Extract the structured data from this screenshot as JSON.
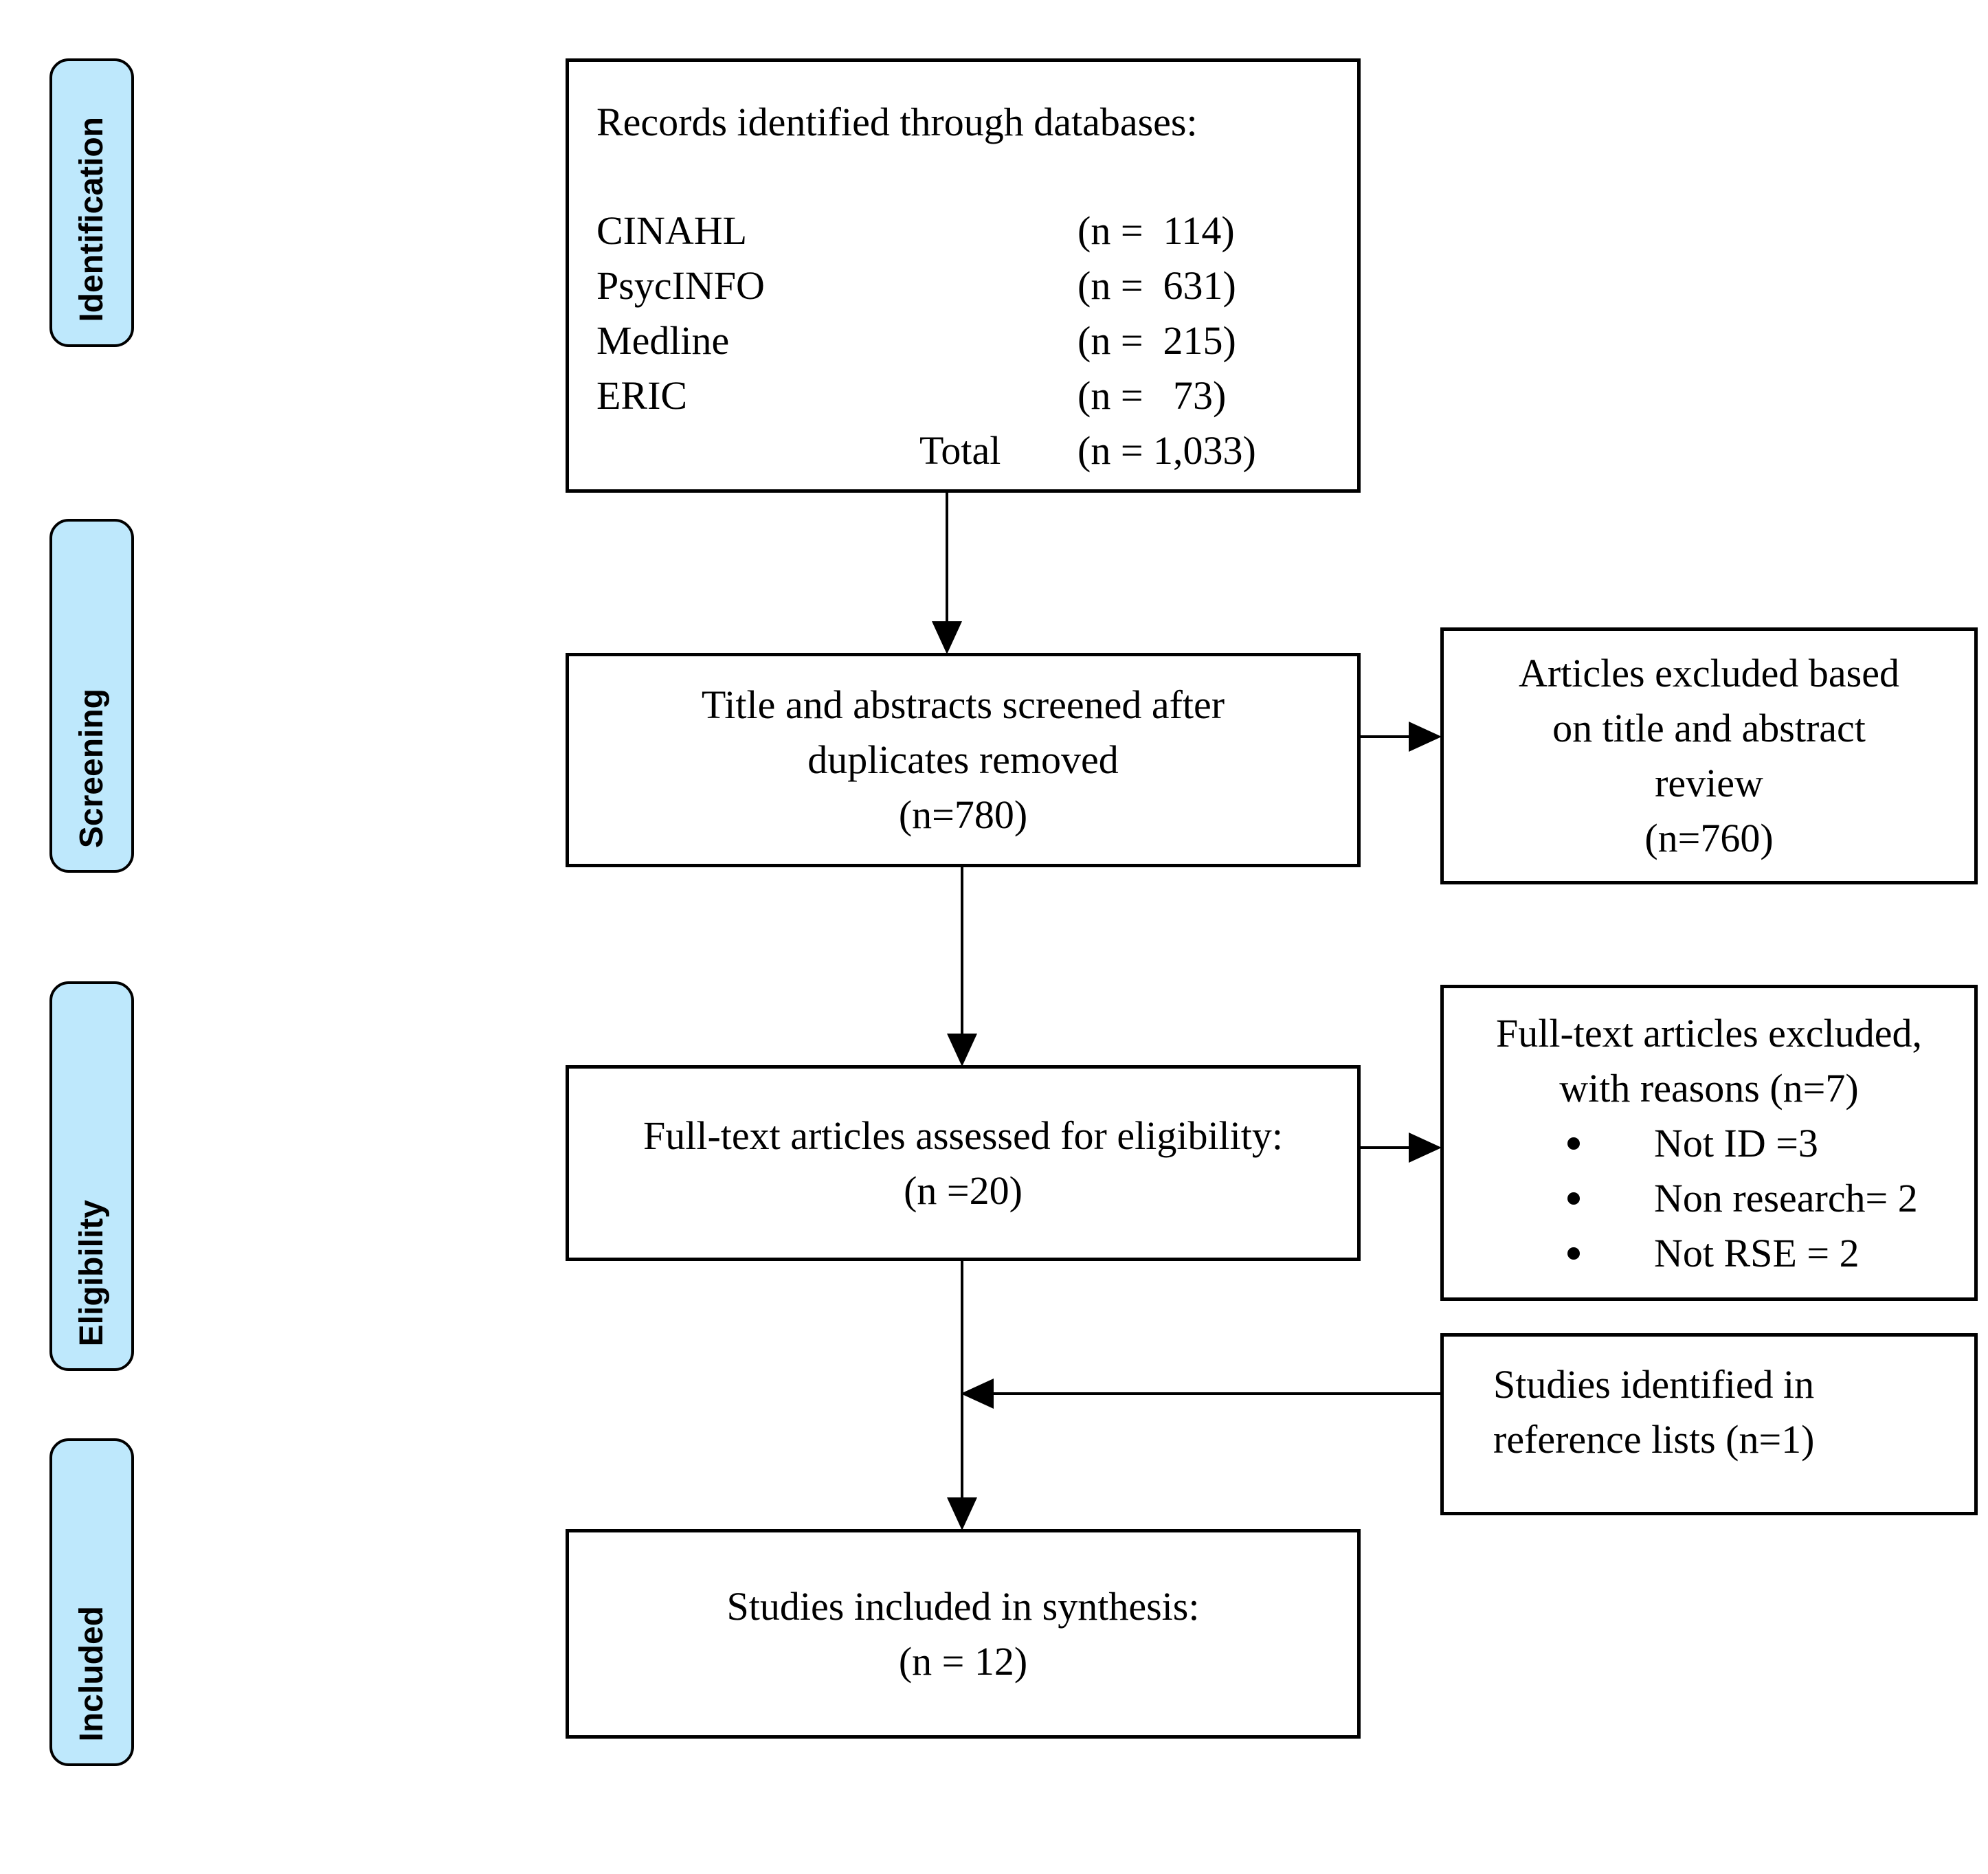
{
  "colors": {
    "sidebar_fill": "#BEE8FC",
    "border": "#000000",
    "box_fill": "#FFFFFF"
  },
  "sidebar": {
    "items": [
      {
        "label": "Identification"
      },
      {
        "label": "Screening"
      },
      {
        "label": "Eligibility"
      },
      {
        "label": "Included"
      }
    ]
  },
  "flow": {
    "records_box": {
      "title": "Records identified through databases:",
      "rows": [
        {
          "label": "CINAHL",
          "value": "(n =  114)"
        },
        {
          "label": "PsycINFO",
          "value": "(n =  631)"
        },
        {
          "label": "Medline",
          "value": "(n =  215)"
        },
        {
          "label": "ERIC",
          "value": "(n =   73)"
        },
        {
          "label": "Total",
          "value": "(n = 1,033)"
        }
      ]
    },
    "screened_box": {
      "lines": [
        "Title and abstracts screened after",
        "duplicates removed",
        "(n=780)"
      ]
    },
    "fulltext_box": {
      "lines": [
        "Full-text articles assessed  for eligibility:",
        "(n =20)"
      ]
    },
    "included_box": {
      "lines": [
        "Studies included in synthesis:",
        "(n = 12)"
      ]
    },
    "excluded_title_abstract_box": {
      "lines": [
        "Articles excluded based",
        "on title and abstract",
        "review",
        "(n=760)"
      ]
    },
    "excluded_fulltext_box": {
      "title_lines": [
        "Full-text articles excluded,",
        "with reasons (n=7)"
      ],
      "bullets": [
        "Not ID =3",
        "Non research= 2",
        "Not RSE = 2"
      ]
    },
    "reference_lists_box": {
      "lines": [
        "Studies identified in",
        "reference lists (n=1)"
      ]
    }
  }
}
